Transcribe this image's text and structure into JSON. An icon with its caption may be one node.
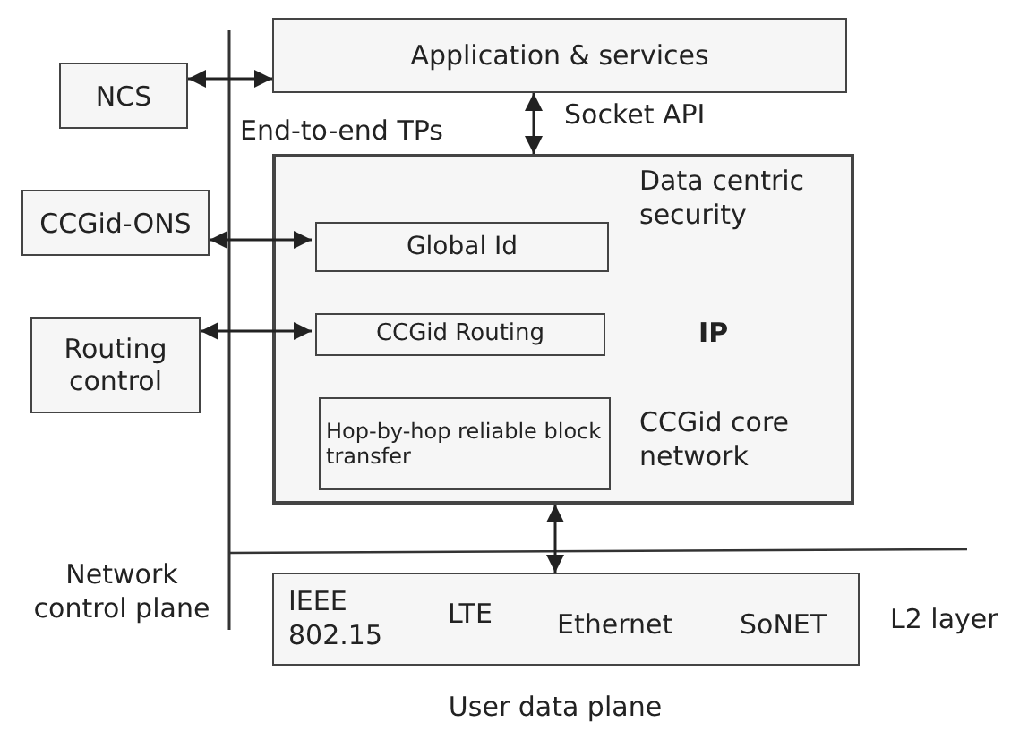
{
  "diagram": {
    "nodes": [
      {
        "text": [
          "Application & services"
        ]
      },
      {
        "text": [
          "NCS"
        ]
      },
      {
        "text": [
          "Data centric security",
          "IP",
          "CCGid core network"
        ]
      },
      {
        "text": [
          "CCGid-ONS"
        ]
      },
      {
        "text": [
          "Global Id"
        ],
        "in": 2
      },
      {
        "text": [
          "Routing control"
        ]
      },
      {
        "text": [
          "CCGid Routing"
        ],
        "in": 2
      },
      {
        "text": [
          "Hop-by-hop reliable block transfer"
        ],
        "in": 2
      },
      {
        "text": [
          "IEEE 802.15",
          "LTE",
          "Ethernet",
          "SoNET"
        ],
        "beside": [
          "L2 layer"
        ]
      }
    ],
    "edges": [
      {
        "from": 1,
        "to": 0,
        "arrow": "both"
      },
      {
        "from": 0,
        "to": 2,
        "arrow": "both",
        "label": "Socket API"
      },
      {
        "from": 3,
        "to": 4,
        "arrow": "both"
      },
      {
        "from": 5,
        "to": 6,
        "arrow": "both"
      },
      {
        "from": 2,
        "to": 8,
        "arrow": "both"
      }
    ],
    "labels": [
      "End-to-end TPs",
      "Network control plane",
      "User data plane"
    ]
  }
}
